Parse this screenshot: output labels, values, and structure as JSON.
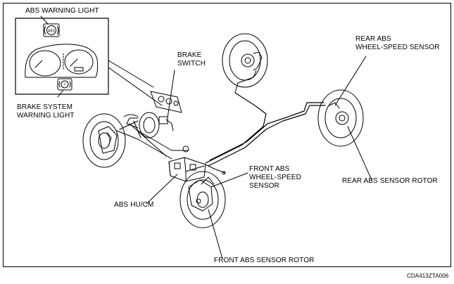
{
  "labels": {
    "abs_warning_light": "ABS WARNING LIGHT",
    "brake_switch": "BRAKE\nSWITCH",
    "rear_abs_sensor": "REAR ABS\nWHEEL-SPEED SENSOR",
    "brake_system_warning_light": "BRAKE SYSTEM\nWARNING LIGHT",
    "front_abs_sensor": "FRONT ABS\nWHEEL-SPEED\nSENSOR",
    "abs_hu_cm": "ABS HU/CM",
    "rear_abs_sensor_rotor": "REAR ABS SENSOR ROTOR",
    "front_abs_sensor_rotor": "FRONT ABS SENSOR ROTOR",
    "abs_icon_text": "ABS"
  },
  "figure_code": "CDA413ZTA006"
}
